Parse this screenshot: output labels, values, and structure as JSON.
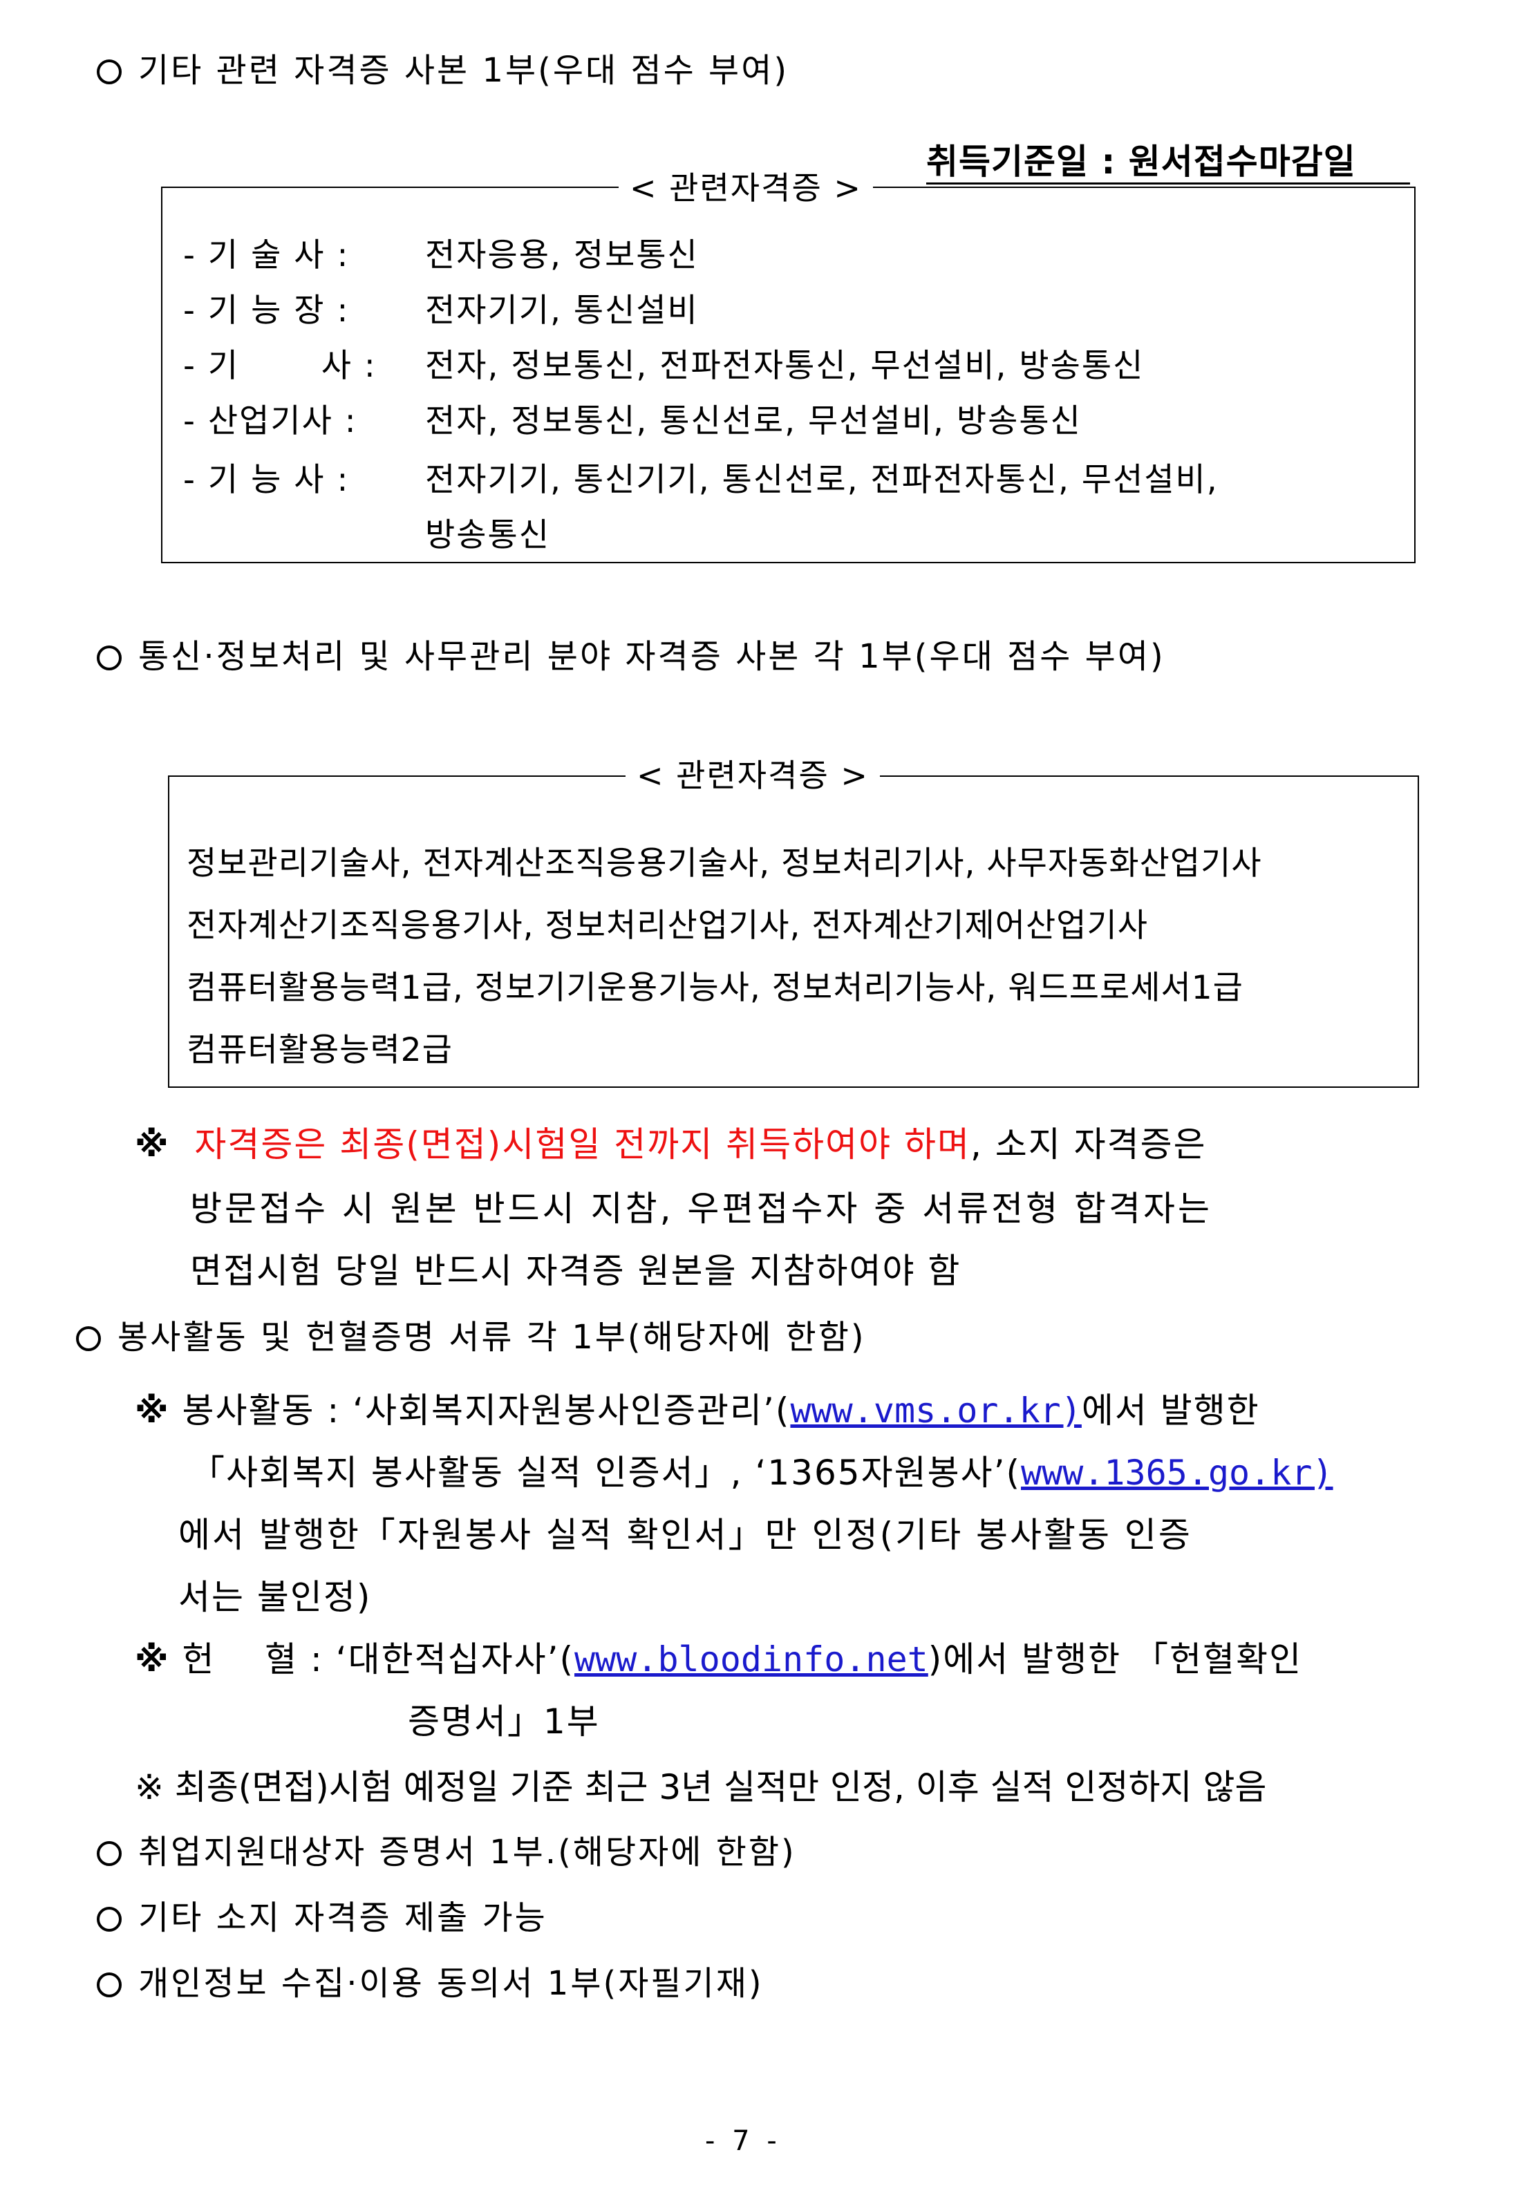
{
  "item1": "기타 관련 자격증 사본 1부(우대 점수 부여)",
  "reference_date": "취득기준일 : 원서접수마감일",
  "box1": {
    "title": "< 관련자격증 >",
    "rows": [
      {
        "label": "- 기 술 사 :",
        "text": "전자응용, 정보통신"
      },
      {
        "label": "- 기 능 장 :",
        "text": "전자기기, 통신설비"
      },
      {
        "label": "- 기       사 :",
        "text": "전자, 정보통신, 전파전자통신, 무선설비, 방송통신"
      },
      {
        "label": "- 산업기사 :",
        "text": "전자, 정보통신, 통신선로, 무선설비, 방송통신"
      },
      {
        "label": "- 기 능 사 :",
        "text": "전자기기, 통신기기, 통신선로, 전파전자통신, 무선설비,"
      }
    ],
    "continuation": "방송통신"
  },
  "item2": "통신·정보처리 및 사무관리 분야 자격증 사본 각 1부(우대 점수 부여)",
  "box2": {
    "title": "< 관련자격증 >",
    "lines": [
      "정보관리기술사, 전자계산조직응용기술사, 정보처리기사, 사무자동화산업기사",
      "전자계산기조직응용기사, 정보처리산업기사, 전자계산기제어산업기사",
      "컴퓨터활용능력1급, 정보기기운용기능사, 정보처리기능사, 워드프로세서1급",
      "컴퓨터활용능력2급"
    ]
  },
  "note1": {
    "mark": "※",
    "red": "자격증은 최종(면접)시험일 전까지 취득하여야 하며",
    "rest": ", 소지 자격증은",
    "line2": "방문접수 시 원본 반드시 지참, 우편접수자 중 서류전형 합격자는",
    "line3": "면접시험 당일 반드시 자격증 원본을 지참하여야 함"
  },
  "item3": "봉사활동 및 헌혈증명 서류 각 1부(해당자에 한함)",
  "note2": {
    "mark": "※",
    "a": "봉사활동 : ‘사회복지자원봉사인증관리’(",
    "link1": "www.vms.or.kr)",
    "b": "에서 발행한",
    "c": "「사회복지 봉사활동 실적 인증서」, ‘1365자원봉사’(",
    "link2": "www.1365.go.kr)",
    "d": "에서 발행한「자원봉사 실적 확인서」만 인정(기타 봉사활동 인증",
    "e": "서는 불인정)"
  },
  "note3": {
    "mark": "※",
    "a": "헌    혈 : ‘대한적십자사’(",
    "link": "www.bloodinfo.net",
    "b": ")에서 발행한 「헌혈확인",
    "c": "증명서」1부"
  },
  "note4": "※ 최종(면접)시험 예정일 기준 최근 3년 실적만 인정, 이후 실적 인정하지 않음",
  "item4": "취업지원대상자 증명서 1부.(해당자에 한함)",
  "item5": "기타 소지 자격증 제출 가능",
  "item6": "개인정보 수집·이용 동의서 1부(자필기재)",
  "page_number": "- 7 -"
}
